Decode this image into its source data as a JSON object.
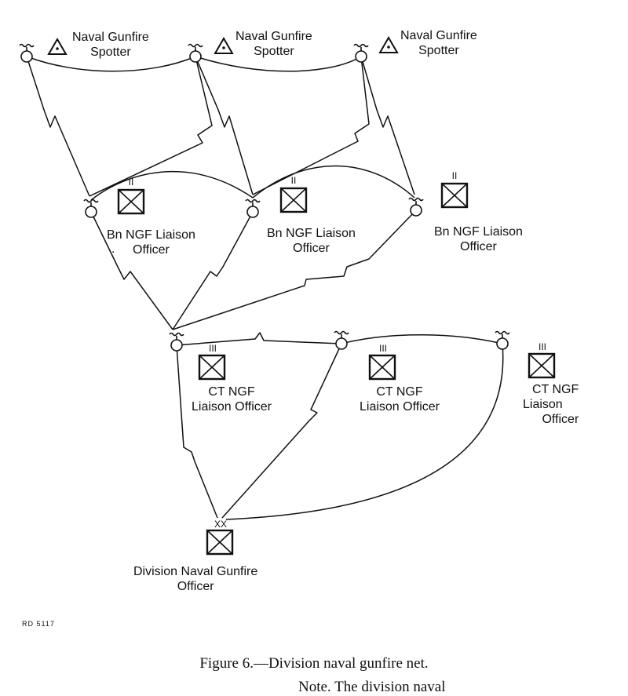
{
  "diagram": {
    "spotter_label_line1": "Naval Gunfire",
    "spotter_label_line2": "Spotter",
    "bn_label_line1": "Bn NGF Liaison",
    "bn_label_line2": "Officer",
    "bn_echelon_mark": "II",
    "ct_label_line1": "CT NGF",
    "ct_label_line2": "Liaison Officer",
    "ct3_label_line1": "CT NGF",
    "ct3_label_line2": "Liaison",
    "ct3_label_line3": "Officer",
    "ct_echelon_mark": "III",
    "division_label_line1": "Division Naval Gunfire",
    "division_label_line2": "Officer",
    "division_echelon_mark": "XX",
    "stray_mark": "."
  },
  "figure_code": "RD 5117",
  "caption": "Figure 6.—Division naval gunfire net.",
  "footer_text": "Note. The division naval"
}
